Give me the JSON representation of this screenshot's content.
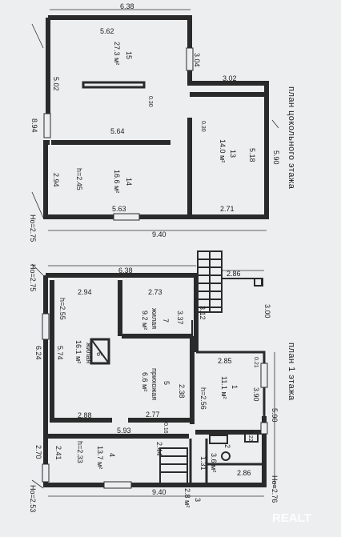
{
  "plans": [
    {
      "id": "basement",
      "title": "план цокольного этажа",
      "dims": [
        "6.38",
        "5.62",
        "3.04",
        "3.02",
        "5.02",
        "0.30",
        "8.94",
        "5.64",
        "0.30",
        "5.18",
        "5.90",
        "2.94",
        "h=2.45",
        "5.63",
        "2.71",
        "9.40",
        "Hо=2.75"
      ],
      "rooms": [
        {
          "number": "15",
          "area": "27.3 м²"
        },
        {
          "number": "14",
          "area": "16.6 м²"
        },
        {
          "number": "13",
          "area": "14.0 м²"
        }
      ]
    },
    {
      "id": "first",
      "title": "план 1 этажа",
      "dims": [
        "Hо=2.75",
        "6.38",
        "2.86",
        "2.94",
        "2.73",
        "3.00",
        "3.37",
        "3.12",
        "h=2.55",
        "6.24",
        "5.74",
        "2.85",
        "0.21",
        "2.38",
        "h=2.56",
        "3.90",
        "2.88",
        "2.77",
        "0.16",
        "5.93",
        "5.90",
        "0.22",
        "2.70",
        "2.41",
        "h=2.33",
        "2.44",
        "1.31",
        "2.86",
        "Hо=2.53",
        "9.40",
        "Hо=2.76",
        "3"
      ],
      "rooms": [
        {
          "number": "7",
          "name": "жилая",
          "area": "9.2 м²"
        },
        {
          "number": "6",
          "name": "жилая",
          "area": "16.1 м²"
        },
        {
          "number": "5",
          "name": "прихожая",
          "area": "6.6 м²"
        },
        {
          "number": "1",
          "area": "11.1 м²"
        },
        {
          "number": "4",
          "area": "13.7 м²"
        },
        {
          "number": "2",
          "area": "3.6 м²"
        },
        {
          "number": "",
          "area": "2.8 м²"
        }
      ]
    }
  ],
  "watermark": "REALT"
}
